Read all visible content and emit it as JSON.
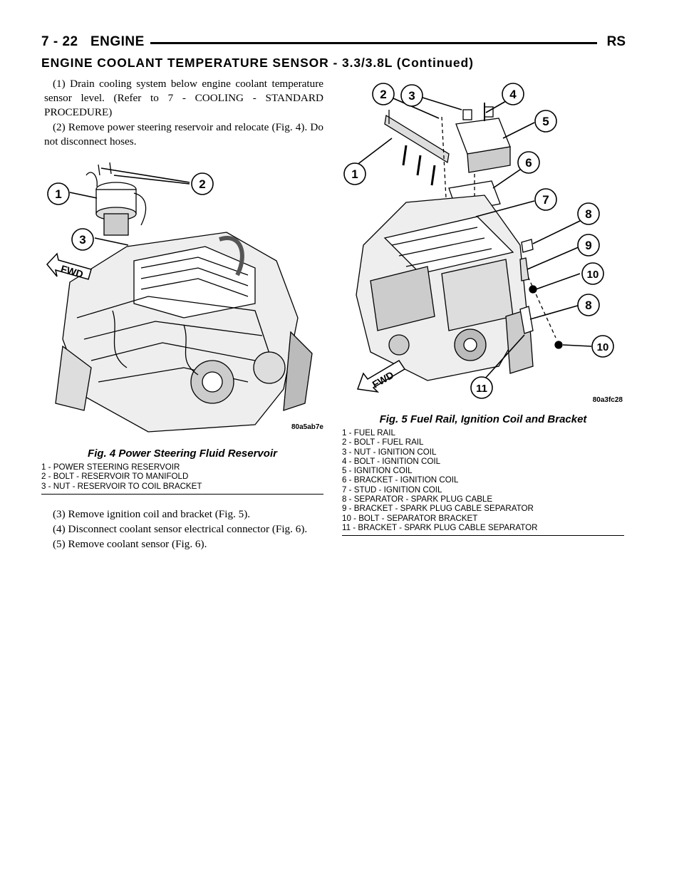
{
  "header": {
    "page_number": "7 - 22",
    "section": "ENGINE",
    "model": "RS"
  },
  "section_title": "ENGINE COOLANT TEMPERATURE SENSOR - 3.3/3.8L (Continued)",
  "steps_top": [
    "(1) Drain cooling system below engine coolant temperature sensor level. (Refer to 7 - COOLING - STANDARD PROCEDURE)",
    "(2) Remove power steering reservoir and relocate (Fig. 4). Do not disconnect hoses."
  ],
  "steps_bottom": [
    "(3) Remove ignition coil and bracket (Fig. 5).",
    "(4) Disconnect coolant sensor electrical connector (Fig. 6).",
    "(5) Remove coolant sensor (Fig. 6)."
  ],
  "fig4": {
    "caption": "Fig. 4 Power Steering Fluid Reservoir",
    "code": "80a5ab7e",
    "fwd_label": "FWD",
    "callouts": [
      "1",
      "2",
      "3"
    ],
    "legend": [
      "1 - POWER STEERING RESERVOIR",
      "2 - BOLT - RESERVOIR TO MANIFOLD",
      "3 - NUT - RESERVOIR TO COIL BRACKET"
    ]
  },
  "fig5": {
    "caption": "Fig. 5 Fuel Rail, Ignition Coil and Bracket",
    "code": "80a3fc28",
    "fwd_label": "FWD",
    "callouts": [
      "1",
      "2",
      "3",
      "4",
      "5",
      "6",
      "7",
      "8",
      "9",
      "10",
      "8",
      "10",
      "11"
    ],
    "legend": [
      "1 - FUEL RAIL",
      "2 - BOLT - FUEL RAIL",
      "3 - NUT - IGNITION COIL",
      "4 - BOLT - IGNITION COIL",
      "5 - IGNITION COIL",
      "6 - BRACKET - IGNITION COIL",
      "7 - STUD - IGNITION COIL",
      "8 - SEPARATOR - SPARK PLUG CABLE",
      "9 - BRACKET - SPARK PLUG CABLE SEPARATOR",
      "10 - BOLT - SEPARATOR BRACKET",
      "11 - BRACKET - SPARK PLUG CABLE SEPARATOR"
    ]
  }
}
